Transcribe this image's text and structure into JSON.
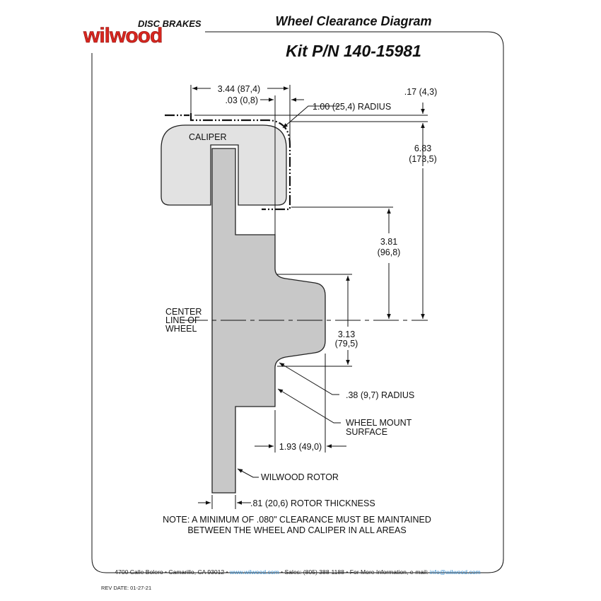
{
  "logo": {
    "brand": "wilwood",
    "tagline": "DISC BRAKES",
    "color": "#d8261f"
  },
  "header": {
    "title": "Wheel Clearance Diagram",
    "kit": "Kit P/N 140-15981"
  },
  "labels": {
    "caliper": "CALIPER",
    "dim_344": "3.44 (87,4)",
    "dim_003": ".03 (0,8)",
    "dim_radius100": "1.00 (25,4) RADIUS",
    "dim_017": ".17 (4,3)",
    "dim_683_a": "6.83",
    "dim_683_b": "(173,5)",
    "dim_381_a": "3.81",
    "dim_381_b": "(96,8)",
    "center_1": "CENTER",
    "center_2": "LINE OF",
    "center_3": "WHEEL",
    "dim_313_a": "3.13",
    "dim_313_b": "(79,5)",
    "dim_radius038": ".38 (9,7) RADIUS",
    "wheel_mount_1": "WHEEL MOUNT",
    "wheel_mount_2": "SURFACE",
    "dim_193": "1.93 (49,0)",
    "rotor": "WILWOOD ROTOR",
    "dim_081": ".81 (20,6) ROTOR THICKNESS",
    "note_1": "NOTE: A MINIMUM OF .080\" CLEARANCE MUST BE MAINTAINED",
    "note_2": "BETWEEN THE WHEEL AND CALIPER IN ALL AREAS"
  },
  "footer": {
    "address": "4700 Calle Bolero • Camarillo, CA 93012 •",
    "website": "www.wilwood.com",
    "sales": "• Sales: (805) 388-1188 • For More Information, e-mail:",
    "email": "info@wilwood.com",
    "rev": "REV DATE:  01-27-21",
    "link_color": "#3a8fd0"
  }
}
